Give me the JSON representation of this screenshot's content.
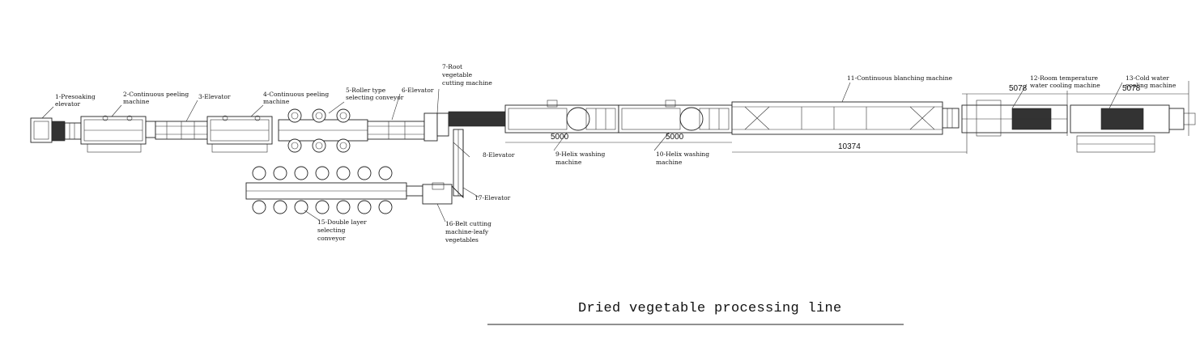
{
  "caption": "Dried vegetable processing line",
  "labels": {
    "m1_a": "1-Presoaking",
    "m1_b": "elevator",
    "m2_a": "2-Continuous peeling",
    "m2_b": "machine",
    "m3": "3-Elevator",
    "m4_a": "4-Continuous peeling",
    "m4_b": "machine",
    "m5_a": "5-Roller type",
    "m5_b": "selecting conveyor",
    "m6": "6-Elevator",
    "m7_a": "7-Root",
    "m7_b": "vegetable",
    "m7_c": "cutting machine",
    "m8": "8-Elevator",
    "m9_a": "9-Helix washing",
    "m9_b": "machine",
    "m10_a": "10-Helix washing",
    "m10_b": "machine",
    "m11": "11-Continuous blanching machine",
    "m12_a": "12-Room temperature",
    "m12_b": "water cooling machine",
    "m13_a": "13-Cold water",
    "m13_b": "cooling machine",
    "m15_a": "15-Double layer",
    "m15_b": "selecting",
    "m15_c": "conveyor",
    "m16_a": "16-Belt cutting",
    "m16_b": "machine-leafy",
    "m16_c": "vegetables",
    "m17": "17-Elevator"
  },
  "dimensions": {
    "d1": "5000",
    "d2": "5000",
    "d3": "10374",
    "d4": "5078",
    "d5": "5078"
  }
}
